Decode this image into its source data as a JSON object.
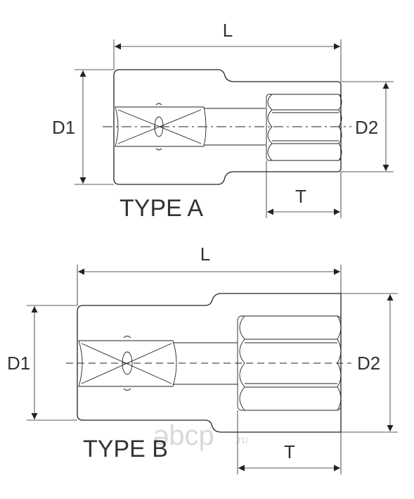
{
  "type_a": {
    "title": "TYPE A",
    "dim_length": "L",
    "dim_drive": "D1",
    "dim_head": "D2",
    "dim_depth": "T"
  },
  "type_b": {
    "title": "TYPE B",
    "dim_length": "L",
    "dim_drive": "D1",
    "dim_head": "D2",
    "dim_depth": "T"
  },
  "watermark": {
    "brand": "əbcp",
    "domain": ".ru"
  }
}
